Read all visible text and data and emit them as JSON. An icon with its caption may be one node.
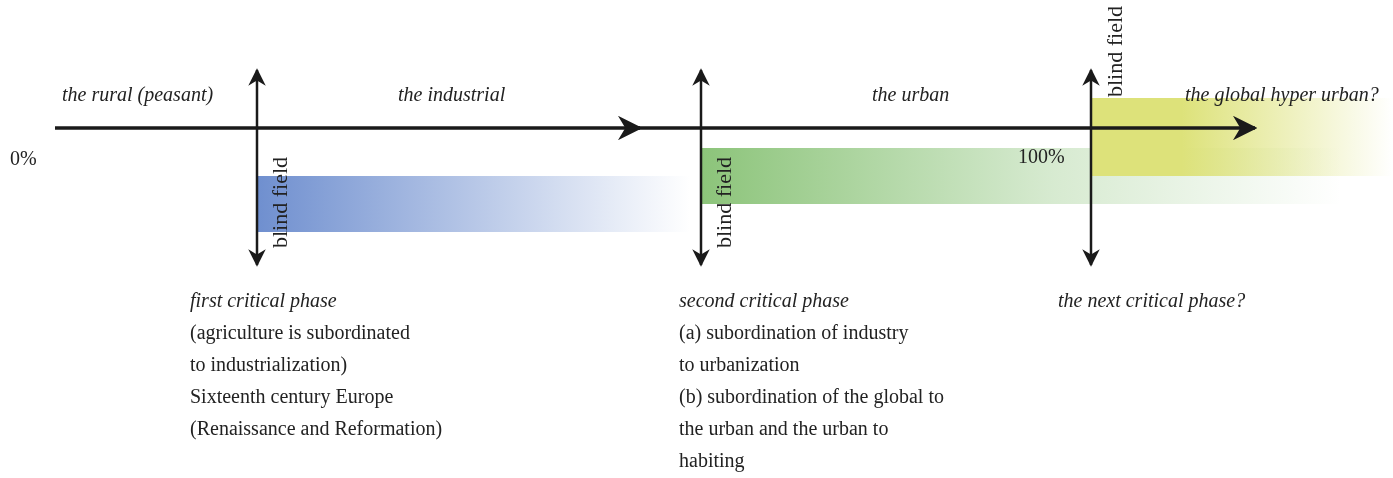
{
  "diagram": {
    "labels": [
      "the rural (peasant)",
      "the industrial",
      "the urban",
      "blind field",
      "the global hyper urban?",
      "0%",
      "blind field",
      "blind field",
      "100%",
      "first critical phase",
      "(agriculture is subordinated to industrialization)",
      "Sixteenth century Europe (Renaissance and Reformation)",
      "second critical phase",
      "(a) subordination of industry to urbanization",
      "(b) subordination of the global to the urban and the urban to habiting",
      "the next critical phase?"
    ]
  }
}
